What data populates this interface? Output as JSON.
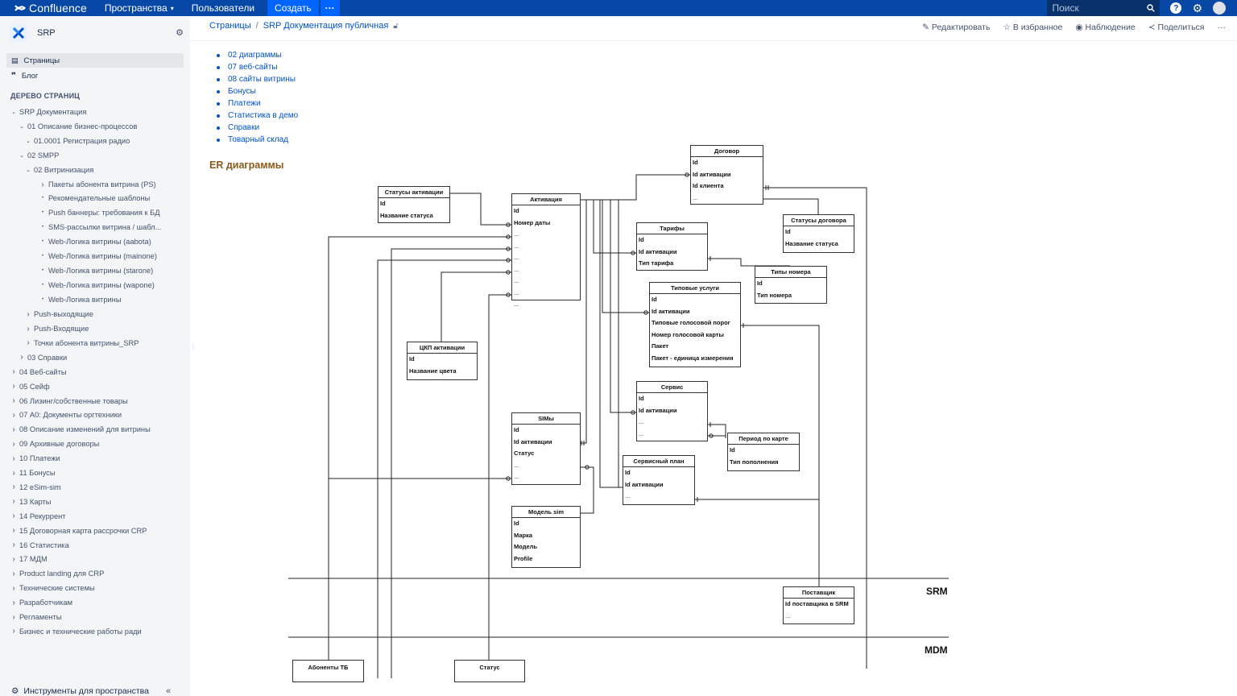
{
  "topbar": {
    "product": "Confluence",
    "spaces": "Пространства",
    "people": "Пользователи",
    "create": "Создать",
    "more": "···",
    "search_placeholder": "Поиск",
    "help": "?"
  },
  "sidebar": {
    "space_name": "SRP",
    "pages": "Страницы",
    "blog": "Блог",
    "tree_title": "ДЕРЕВО СТРАНИЦ",
    "tree": [
      {
        "label": "SRP Документация",
        "level": 0,
        "exp": "open"
      },
      {
        "label": "01 Описание бизнес-процессов",
        "level": 1,
        "exp": "open"
      },
      {
        "label": "01.0001 Регистрация радио",
        "level": 2,
        "exp": "open"
      },
      {
        "label": "02 SMPP",
        "level": 1,
        "exp": "open"
      },
      {
        "label": "02 Витринизация",
        "level": 2,
        "exp": "open"
      },
      {
        "label": "Пакеты абонента витрина (PS)",
        "level": 3,
        "exp": "closed"
      },
      {
        "label": "Рекомендательные шаблоны",
        "level": 3,
        "exp": "leaf"
      },
      {
        "label": "Push баннеры: требования к БД",
        "level": 3,
        "exp": "leaf"
      },
      {
        "label": "SMS-рассылки витрина / шабл...",
        "level": 3,
        "exp": "leaf"
      },
      {
        "label": "Web-Логика витрины (aabota)",
        "level": 3,
        "exp": "leaf"
      },
      {
        "label": "Web-Логика витрины (mainone)",
        "level": 3,
        "exp": "leaf"
      },
      {
        "label": "Web-Логика витрины (starone)",
        "level": 3,
        "exp": "leaf"
      },
      {
        "label": "Web-Логика витрины (wapone)",
        "level": 3,
        "exp": "leaf"
      },
      {
        "label": "Web-Логика витрины",
        "level": 3,
        "exp": "leaf"
      },
      {
        "label": "Push-выходящие",
        "level": 2,
        "exp": "closed"
      },
      {
        "label": "Push-Входящие",
        "level": 2,
        "exp": "closed"
      },
      {
        "label": "Точки абонента витрины_SRP",
        "level": 2,
        "exp": "closed"
      },
      {
        "label": "03 Справки",
        "level": 1,
        "exp": "closed"
      },
      {
        "label": "04 Веб-сайты",
        "level": 0,
        "exp": "closed"
      },
      {
        "label": "05 Сейф",
        "level": 0,
        "exp": "closed"
      },
      {
        "label": "06 Лизинг/собственные товары",
        "level": 0,
        "exp": "closed"
      },
      {
        "label": "07 А0: Документы оргтехники",
        "level": 0,
        "exp": "closed"
      },
      {
        "label": "08 Описание изменений для витрины",
        "level": 0,
        "exp": "closed"
      },
      {
        "label": "09 Архивные договоры",
        "level": 0,
        "exp": "closed"
      },
      {
        "label": "10 Платежи",
        "level": 0,
        "exp": "closed"
      },
      {
        "label": "11 Бонусы",
        "level": 0,
        "exp": "closed"
      },
      {
        "label": "12 eSim-sim",
        "level": 0,
        "exp": "closed"
      },
      {
        "label": "13 Карты",
        "level": 0,
        "exp": "closed"
      },
      {
        "label": "14 Рекуррент",
        "level": 0,
        "exp": "closed"
      },
      {
        "label": "15 Договорная карта рассрочки CRP",
        "level": 0,
        "exp": "closed"
      },
      {
        "label": "16 Статистика",
        "level": 0,
        "exp": "closed"
      },
      {
        "label": "17 МДМ",
        "level": 0,
        "exp": "closed"
      },
      {
        "label": "Product landing для CRP",
        "level": 0,
        "exp": "closed"
      },
      {
        "label": "Технические системы",
        "level": 0,
        "exp": "closed"
      },
      {
        "label": "Разработчикам",
        "level": 0,
        "exp": "closed"
      },
      {
        "label": "Регламенты",
        "level": 0,
        "exp": "closed"
      },
      {
        "label": "Бизнес и технические работы ради",
        "level": 0,
        "exp": "closed"
      }
    ],
    "footer": "Инструменты для пространства",
    "collapse": "«"
  },
  "breadcrumb": {
    "root": "Страницы",
    "sep": "/",
    "current": "SRP Документация публичная"
  },
  "actions": {
    "edit": "Редактировать",
    "favorite": "В избранное",
    "watch": "Наблюдение",
    "share": "Поделиться",
    "more": "···"
  },
  "toc": [
    "02 диаграммы",
    "07 веб-сайты",
    "08 сайты витрины",
    "Бонусы",
    "Платежи",
    "Статистика в демо",
    "Справки",
    "Товарный склад"
  ],
  "section_title": "ER диаграммы",
  "diagram": {
    "entities": [
      {
        "id": "dogovor",
        "title": "Договор",
        "fields": [
          "Id",
          "Id активации",
          "Id клиента",
          "..."
        ]
      },
      {
        "id": "statusy_aktivacii",
        "title": "Статусы активации",
        "fields": [
          "Id",
          "Название статуса"
        ]
      },
      {
        "id": "aktivaciya",
        "title": "Активация",
        "fields": [
          "Id",
          "Номер даты",
          "...",
          "...",
          "...",
          "...",
          "...",
          "...",
          "..."
        ]
      },
      {
        "id": "tarify",
        "title": "Тарифы",
        "fields": [
          "Id",
          "Id активации",
          "Тип тарифа"
        ]
      },
      {
        "id": "statusy_dogovora",
        "title": "Статусы договора",
        "fields": [
          "Id",
          "Название статуса"
        ]
      },
      {
        "id": "tipy_nomera",
        "title": "Типы номера",
        "fields": [
          "Id",
          "Тип номера"
        ]
      },
      {
        "id": "tipovye_uslugi",
        "title": "Типовые услуги",
        "fields": [
          "Id",
          "Id активации",
          "Типовые голосовой порог",
          "Номер голосовой карты",
          "Пакет",
          "Пакет - единица измерения"
        ]
      },
      {
        "id": "ckp_aktivacii",
        "title": "ЦКП активации",
        "fields": [
          "Id",
          "Название цвета"
        ]
      },
      {
        "id": "servis",
        "title": "Сервис",
        "fields": [
          "Id",
          "Id активации",
          "...",
          "..."
        ]
      },
      {
        "id": "sim",
        "title": "SIMы",
        "fields": [
          "Id",
          "Id активации",
          "Статус",
          "...",
          "..."
        ]
      },
      {
        "id": "period",
        "title": "Период по карте",
        "fields": [
          "Id",
          "Тип пополнения"
        ]
      },
      {
        "id": "servisnyi_plan",
        "title": "Сервисный план",
        "fields": [
          "Id",
          "Id активации",
          "..."
        ]
      },
      {
        "id": "model_sim",
        "title": "Модель sim",
        "fields": [
          "Id",
          "Марка",
          "Модель",
          "Profile"
        ]
      },
      {
        "id": "postavshik",
        "title": "Поставщик",
        "fields": [
          "Id поставщика в SRM",
          "..."
        ]
      },
      {
        "id": "abonenty_tb",
        "title": "Абоненты ТБ",
        "fields": []
      },
      {
        "id": "status",
        "title": "Статус",
        "fields": []
      }
    ],
    "zones": [
      "SRM",
      "MDM"
    ]
  }
}
